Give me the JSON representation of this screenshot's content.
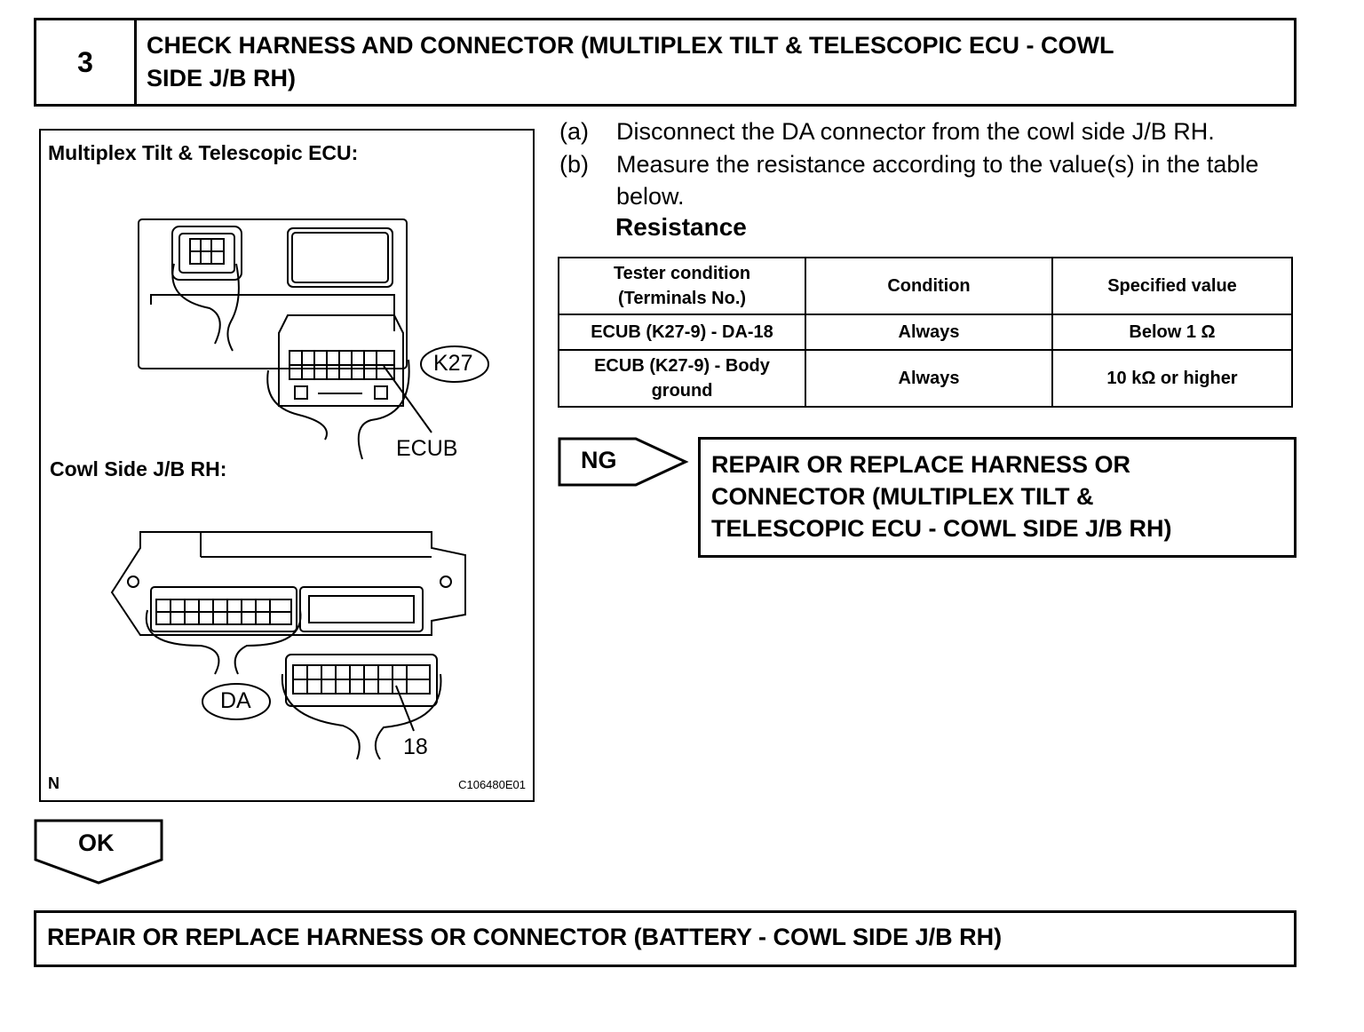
{
  "step": {
    "number": "3",
    "title_line1": "CHECK HARNESS AND CONNECTOR (MULTIPLEX TILT & TELESCOPIC ECU - COWL",
    "title_line2": "SIDE J/B RH)"
  },
  "figure": {
    "ecu_label": "Multiplex Tilt & Telescopic ECU:",
    "jb_label": "Cowl Side J/B RH:",
    "callout_k27": "K27",
    "callout_ecub": "ECUB",
    "callout_da": "DA",
    "callout_18": "18",
    "corner_n": "N",
    "figure_code": "C106480E01"
  },
  "instructions": [
    {
      "label": "(a)",
      "text": "Disconnect the DA connector from the cowl side J/B RH."
    },
    {
      "label": "(b)",
      "text": "Measure the resistance according to the value(s) in the table below."
    }
  ],
  "resistance_heading": "Resistance",
  "table": {
    "headers": [
      "Tester condition (Terminals No.)",
      "Condition",
      "Specified value"
    ],
    "header_line1": "Tester condition",
    "header_line2": "(Terminals No.)",
    "rows": [
      [
        "ECUB (K27-9) - DA-18",
        "Always",
        "Below 1 Ω"
      ],
      [
        "ECUB (K27-9) - Body ground",
        "Always",
        "10 kΩ or higher"
      ]
    ],
    "row2_line1": "ECUB (K27-9) - Body",
    "row2_line2": "ground"
  },
  "ng": {
    "label": "NG",
    "result_line1": "REPAIR OR REPLACE HARNESS OR",
    "result_line2": "CONNECTOR (MULTIPLEX TILT &",
    "result_line3": "TELESCOPIC ECU - COWL SIDE J/B RH)"
  },
  "ok": {
    "label": "OK",
    "result": "REPAIR OR REPLACE HARNESS OR CONNECTOR (BATTERY - COWL SIDE J/B RH)"
  }
}
